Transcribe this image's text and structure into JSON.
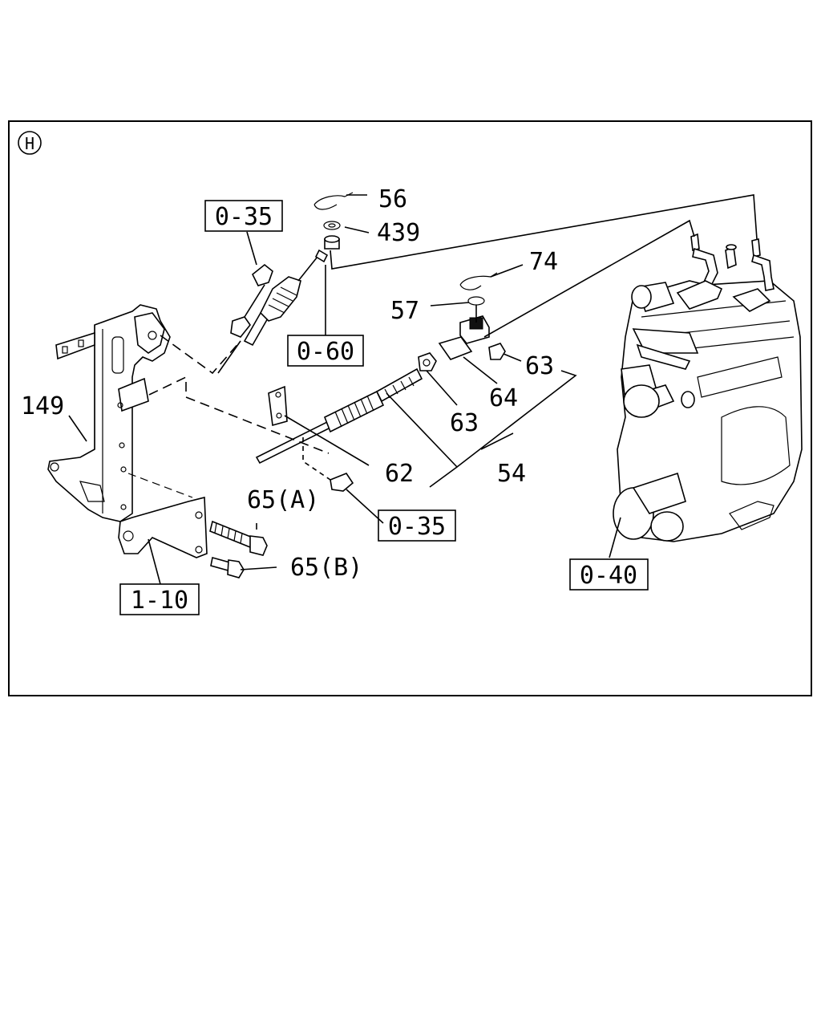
{
  "section": {
    "marker": "H"
  },
  "callouts": {
    "c56": "56",
    "c439": "439",
    "c74": "74",
    "c57": "57",
    "c63a": "63",
    "c63b": "63",
    "c64": "64",
    "c54": "54",
    "c62": "62",
    "c149": "149",
    "c65a": "65(A)",
    "c65b": "65(B)"
  },
  "references": {
    "r035a": "0-35",
    "r060": "0-60",
    "r035b": "0-35",
    "r110": "1-10",
    "r040": "0-40"
  }
}
